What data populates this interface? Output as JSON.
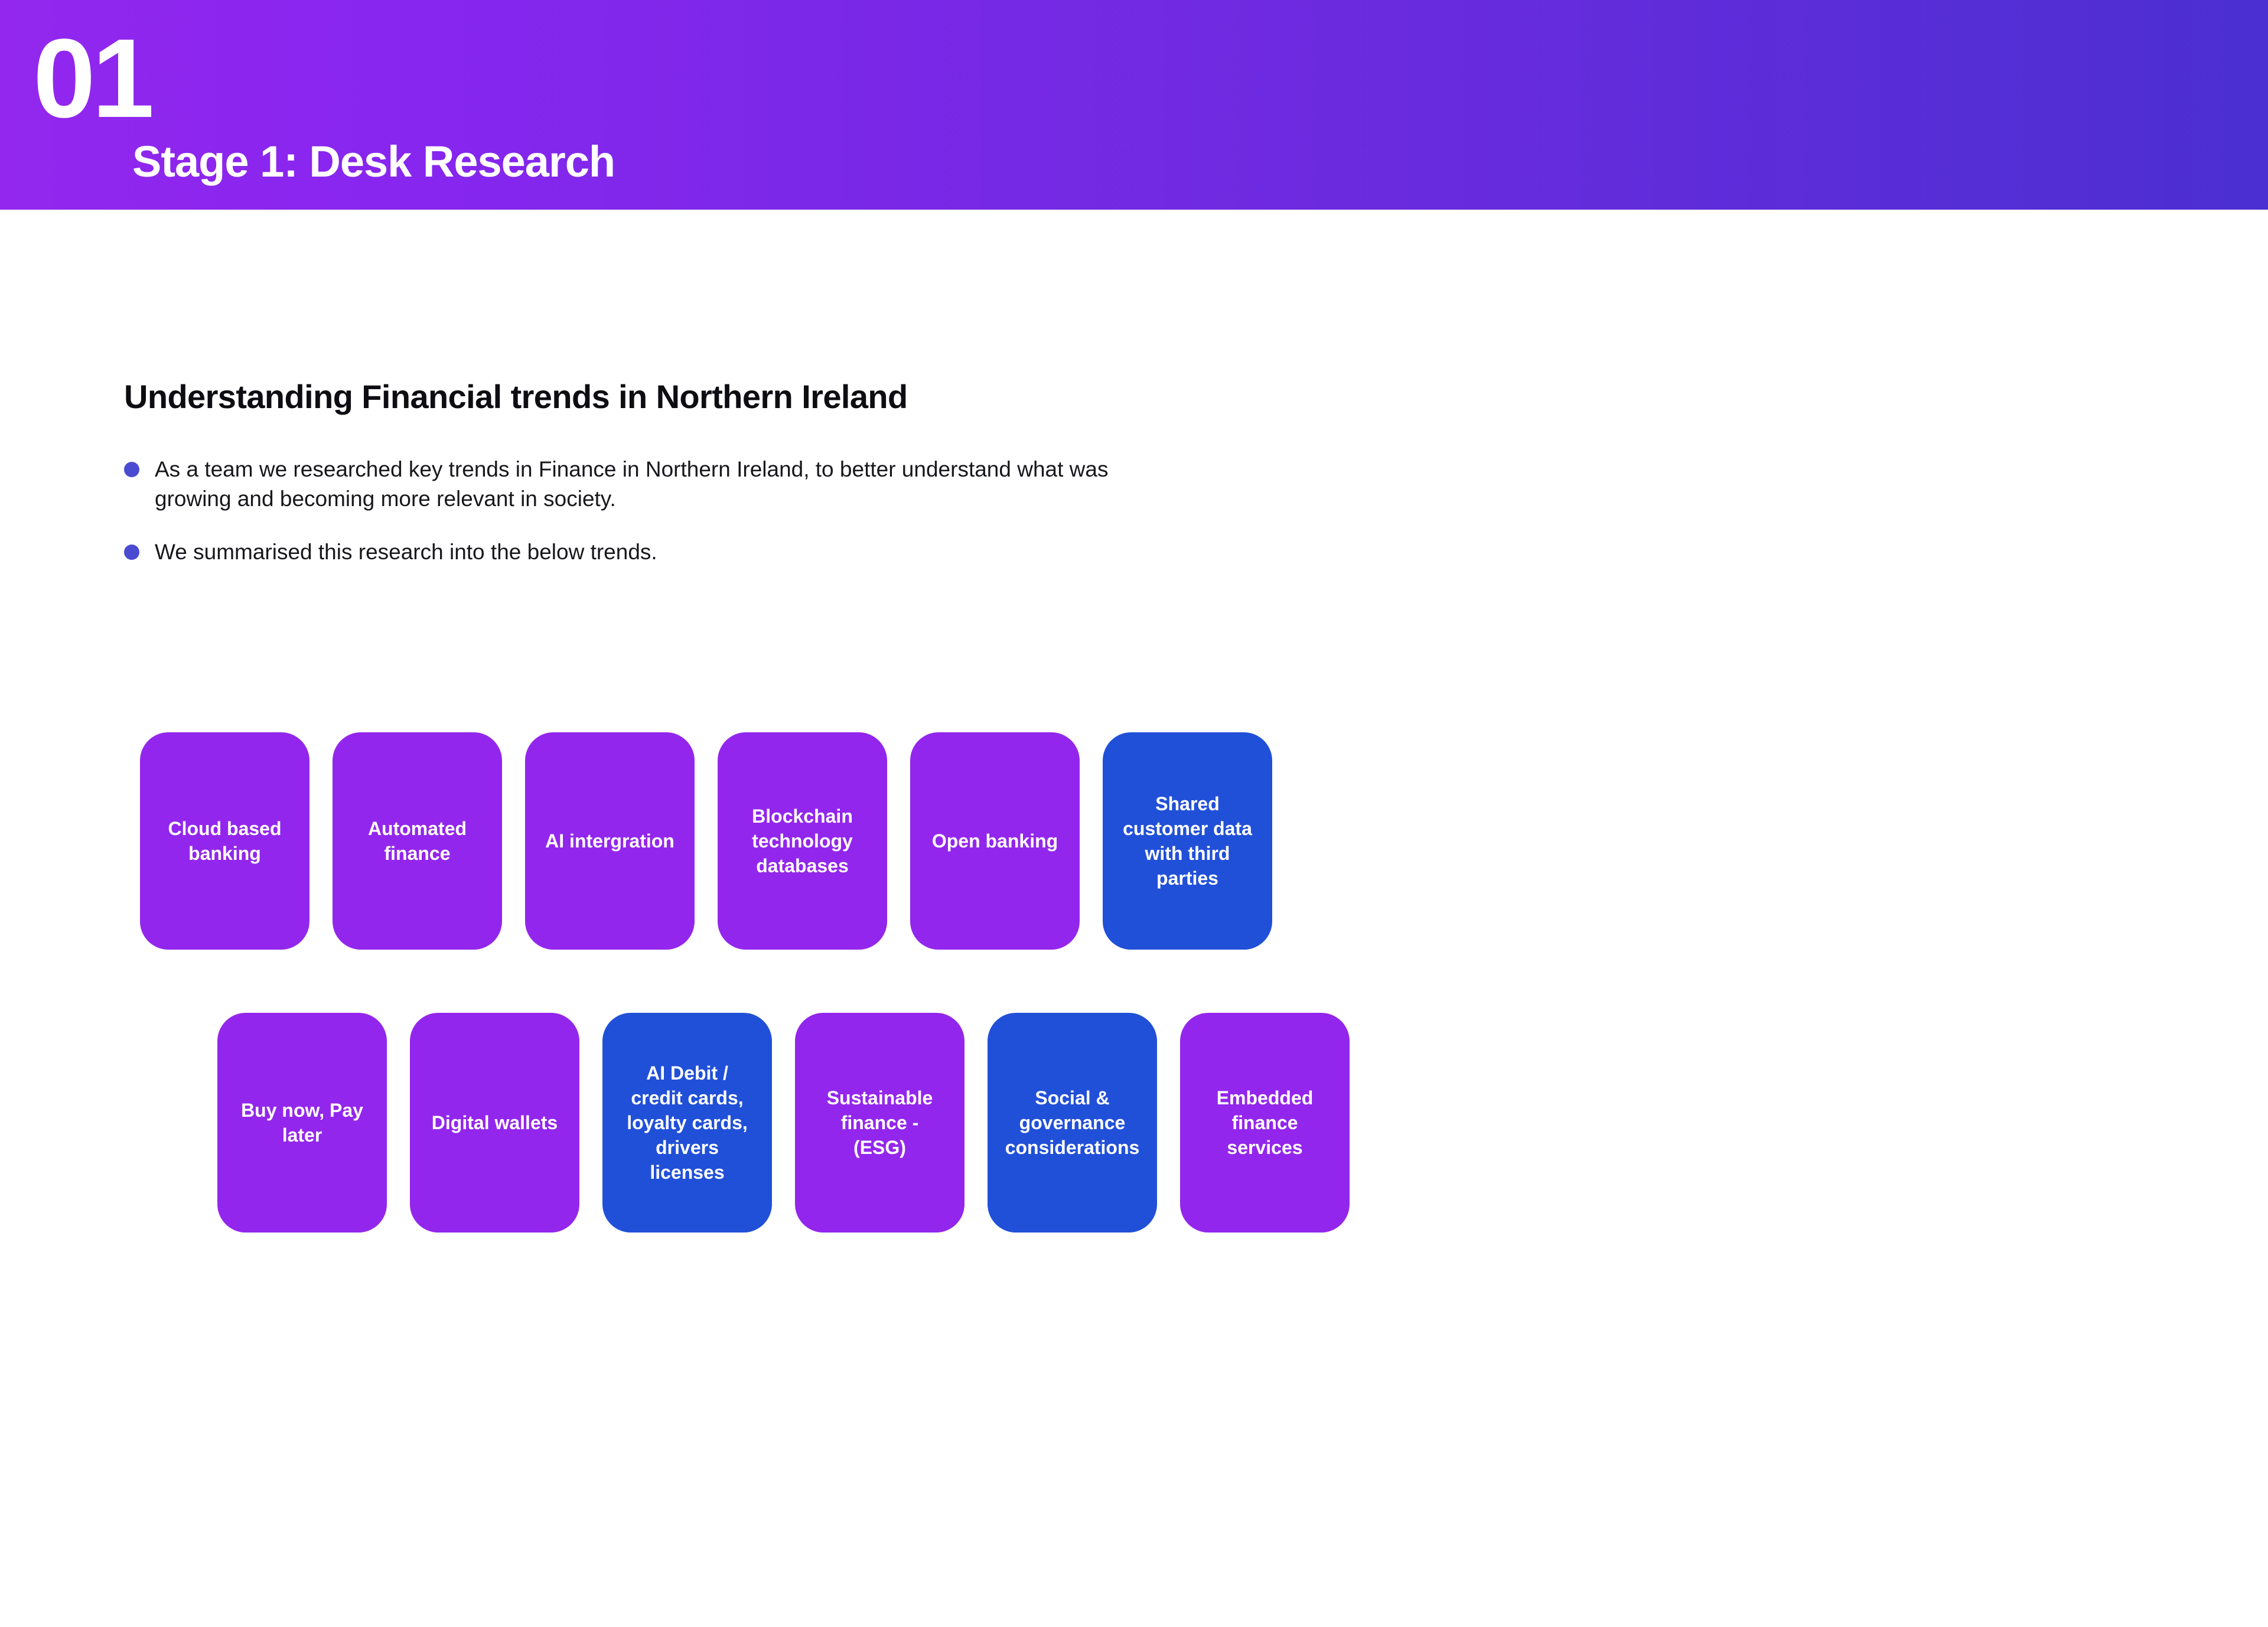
{
  "header": {
    "stage_number": "01",
    "stage_title": "Stage 1: Desk Research",
    "gradient_from": "#9327ee",
    "gradient_to": "#4b2fd2"
  },
  "content": {
    "heading": "Understanding Financial trends in Northern Ireland",
    "bullet_color": "#4b4bd1",
    "bullets": [
      "As a team we researched key trends in Finance in Northern Ireland, to better understand what was growing and becoming more relevant in society.",
      "We summarised this research into the below trends."
    ]
  },
  "trend_cards": {
    "purple": "#9326ec",
    "blue": "#2150d8",
    "row_one": [
      {
        "label": "Cloud based\nbanking",
        "color": "purple"
      },
      {
        "label": "Automated\nfinance",
        "color": "purple"
      },
      {
        "label": "AI intergration",
        "color": "purple"
      },
      {
        "label": "Blockchain\ntechnology\ndatabases",
        "color": "purple"
      },
      {
        "label": "Open banking",
        "color": "purple"
      },
      {
        "label": "Shared\ncustomer data\nwith third\nparties",
        "color": "blue"
      }
    ],
    "row_two": [
      {
        "label": "Buy now, Pay\nlater",
        "color": "purple"
      },
      {
        "label": "Digital wallets",
        "color": "purple"
      },
      {
        "label": "AI Debit /\ncredit cards,\nloyalty cards,\ndrivers\nlicenses",
        "color": "blue"
      },
      {
        "label": "Sustainable\nfinance -\n(ESG)",
        "color": "purple"
      },
      {
        "label": "Social &\ngovernance\nconsiderations",
        "color": "blue"
      },
      {
        "label": "Embedded\nfinance\nservices",
        "color": "purple"
      }
    ]
  }
}
